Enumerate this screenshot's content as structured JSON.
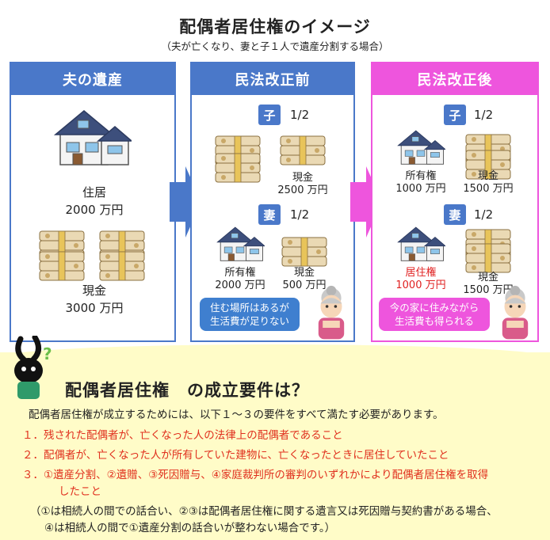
{
  "header": {
    "title": "配偶者居住権のイメージ",
    "subtitle": "（夫が亡くなり、妻と子１人で遺産分割する場合）"
  },
  "panel_estate": {
    "title": "夫の遺産",
    "house_label": "住居",
    "house_value": "2000 万円",
    "cash_label": "現金",
    "cash_value": "3000 万円"
  },
  "panel_before": {
    "title": "民法改正前",
    "child_badge": "子",
    "child_share": "1/2",
    "child_cash_label": "現金",
    "child_cash_value": "2500 万円",
    "wife_badge": "妻",
    "wife_share": "1/2",
    "wife_own_label": "所有権",
    "wife_own_value": "2000 万円",
    "wife_cash_label": "現金",
    "wife_cash_value": "500 万円",
    "note_line1": "住む場所はあるが",
    "note_line2": "生活費が足りない"
  },
  "panel_after": {
    "title": "民法改正後",
    "child_badge": "子",
    "child_share": "1/2",
    "child_own_label": "所有権",
    "child_own_value": "1000 万円",
    "child_cash_label": "現金",
    "child_cash_value": "1500 万円",
    "wife_badge": "妻",
    "wife_share": "1/2",
    "wife_res_label": "居住権",
    "wife_res_value": "1000 万円",
    "wife_cash_label": "現金",
    "wife_cash_value": "1500 万円",
    "note_line1": "今の家に住みながら",
    "note_line2": "生活費も得られる"
  },
  "requirements": {
    "title": "配偶者居住権　の成立要件は？",
    "intro": "配偶者居住権が成立するためには、以下１～３の要件をすべて満たす必要があります。",
    "item1": "１．残された配偶者が、亡くなった人の法律上の配偶者であること",
    "item2": "２．配偶者が、亡くなった人が所有していた建物に、亡くなったときに居住していたこと",
    "item3_line1": "３．①遺産分割、②遺贈、③死因贈与、④家庭裁判所の審判のいずれかにより配偶者居住権を取得",
    "item3_line2": "したこと",
    "note_line1": "（①は相続人の間での話合い、②③は配偶者居住権に関する遺言又は死因贈与契約書がある場合、",
    "note_line2": "④は相続人の間で①遺産分割の話合いが整わない場合です。）"
  },
  "colors": {
    "blue": "#4a78c9",
    "pink": "#ee55dd",
    "red": "#e0301e",
    "bottom_bg": "#fffcc8"
  }
}
